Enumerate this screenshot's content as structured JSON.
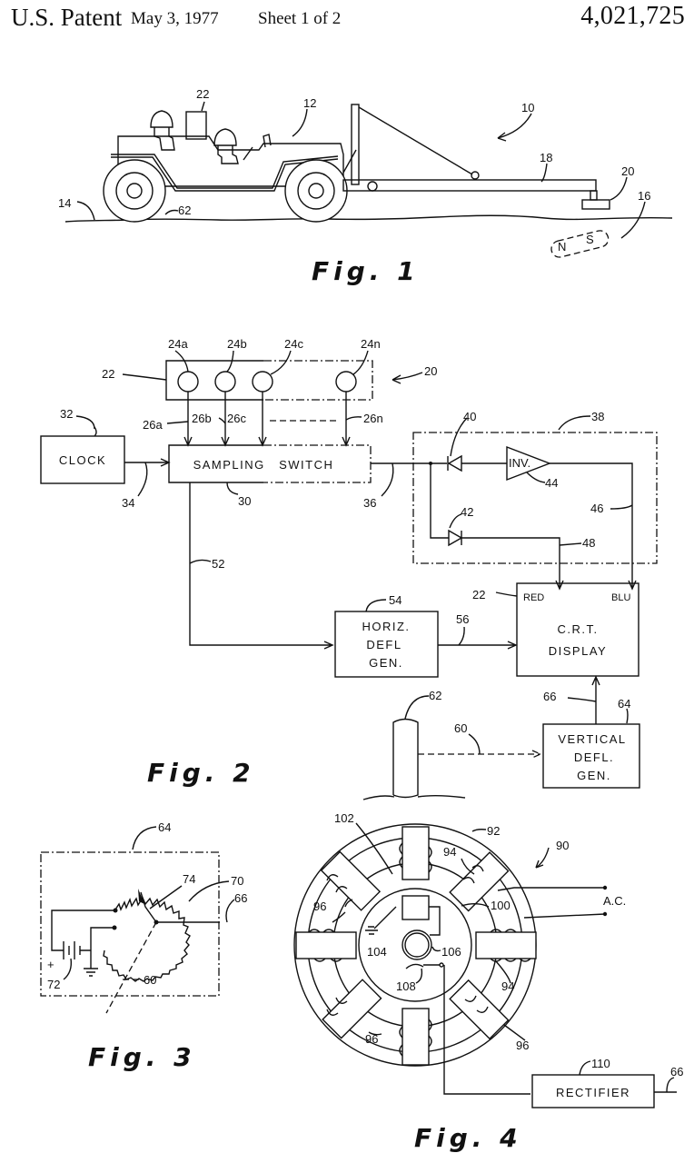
{
  "header": {
    "title": "U.S. Patent",
    "date": "May 3, 1977",
    "sheet": "Sheet 1 of 2",
    "patent_number": "4,021,725"
  },
  "fig1": {
    "caption": "Fig. 1",
    "labels": {
      "system": "10",
      "vehicle": "12",
      "ground": "14",
      "magnet": "16",
      "boom": "18",
      "sensor": "20",
      "display": "22",
      "wheel": "62",
      "magnet_n": "N",
      "magnet_s": "S"
    }
  },
  "fig2": {
    "caption": "Fig. 2",
    "labels": {
      "array": "22",
      "assembly": "20",
      "sensors": [
        "24a",
        "24b",
        "24c",
        "24n"
      ],
      "leads": [
        "26a",
        "26b",
        "26c",
        "26n"
      ],
      "clock_ref": "32",
      "clock_line": "34",
      "switch_ref": "30",
      "switch_out": "36",
      "polarity_block": "38",
      "diode1": "40",
      "diode2": "42",
      "inverter": "44",
      "blue_line": "46",
      "red_line": "48",
      "horiz_line": "52",
      "horiz_gen": "54",
      "horiz_out": "56",
      "crt_ref": "22",
      "wheel_link": "60",
      "wheel": "62",
      "vert_gen": "64",
      "vert_out": "66"
    },
    "blocks": {
      "clock": "CLOCK",
      "sampling_switch": "SAMPLING   SWITCH",
      "inverter": "INV.",
      "horiz": [
        "HORIZ.",
        "DEFL",
        "GEN."
      ],
      "crt": [
        "C.R.T.",
        "DISPLAY"
      ],
      "crt_red": "RED",
      "crt_blu": "BLU",
      "vertical": [
        "VERTICAL",
        "DEFL.",
        "GEN."
      ]
    }
  },
  "fig3": {
    "caption": "Fig. 3",
    "labels": {
      "block": "64",
      "potentiometer": "70",
      "battery": "72",
      "wiper": "74",
      "output": "66",
      "shaft": "60",
      "plus": "+"
    }
  },
  "fig4": {
    "caption": "Fig. 4",
    "labels": {
      "generator": "90",
      "stator": "92",
      "coil_a": "94",
      "coil_b": "96",
      "rotor": "100",
      "coil_c": "102",
      "ground_lead": "104",
      "slip_ring": "106",
      "brush": "108",
      "rectifier_ref": "110",
      "output": "66",
      "ac": "A.C."
    },
    "blocks": {
      "rectifier": "RECTIFIER"
    }
  }
}
